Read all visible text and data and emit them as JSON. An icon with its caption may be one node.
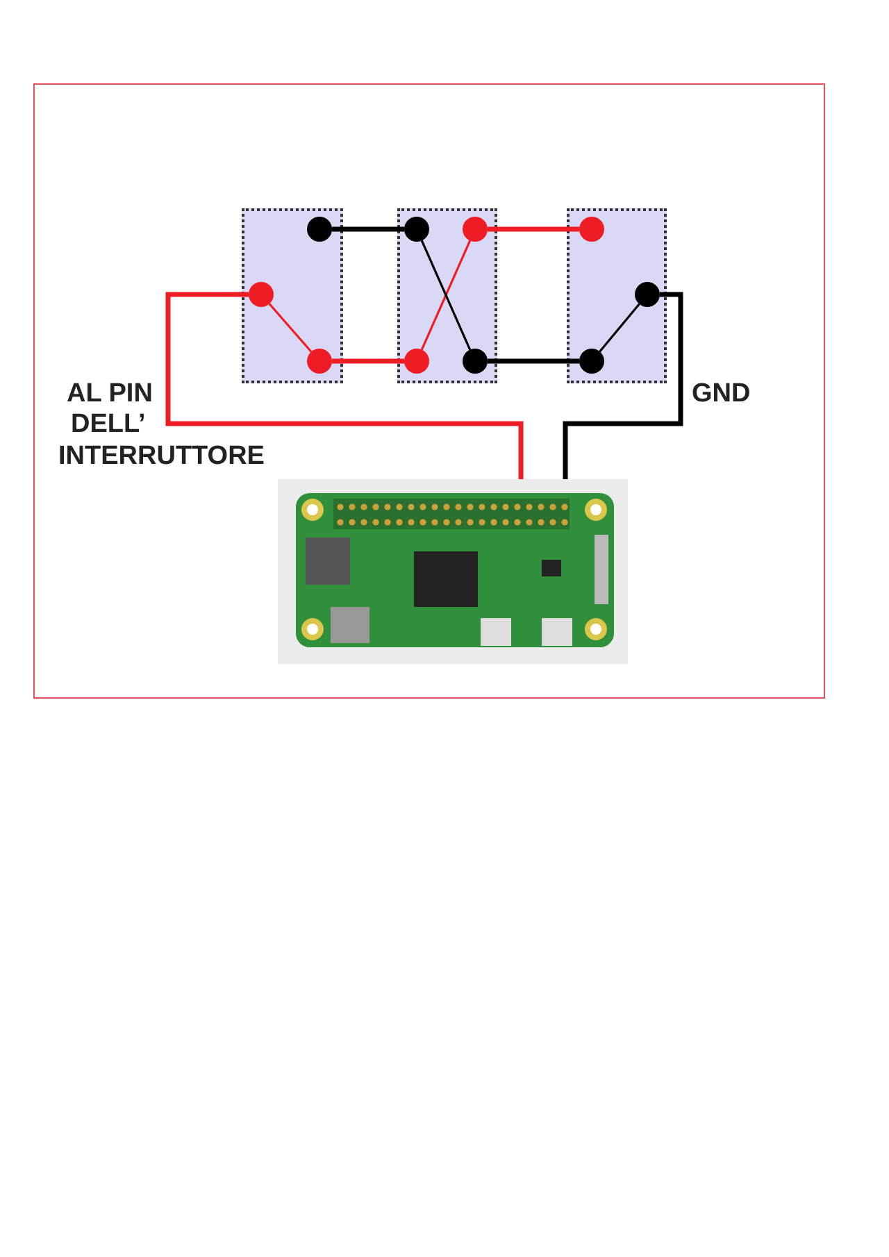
{
  "diagram": {
    "nodes": [
      {
        "text": [],
        "shape": "box"
      },
      {
        "text": [],
        "shape": "circle",
        "in": 0
      },
      {
        "text": [],
        "shape": "circle",
        "in": 0
      },
      {
        "text": [],
        "shape": "circle",
        "in": 0
      },
      {
        "text": [],
        "shape": "box"
      },
      {
        "text": [],
        "shape": "circle",
        "in": 4
      },
      {
        "text": [],
        "shape": "circle",
        "in": 4
      },
      {
        "text": [],
        "shape": "circle",
        "in": 4
      },
      {
        "text": [],
        "shape": "circle",
        "in": 4
      },
      {
        "text": [],
        "shape": "box"
      },
      {
        "text": [],
        "shape": "circle",
        "in": 9
      },
      {
        "text": [],
        "shape": "circle",
        "in": 9
      },
      {
        "text": [],
        "shape": "circle",
        "in": 9
      },
      {
        "text": [],
        "shape": "picture"
      }
    ],
    "edges": [
      {
        "from": 1,
        "to": 5,
        "arrow": "none",
        "color": "#000000"
      },
      {
        "from": 2,
        "to": 3,
        "arrow": "none",
        "color": "#ee1c24"
      },
      {
        "from": 3,
        "to": 7,
        "arrow": "none",
        "color": "#ee1c24"
      },
      {
        "from": 7,
        "to": 6,
        "arrow": "none",
        "color": "#ee1c24"
      },
      {
        "from": 5,
        "to": 8,
        "arrow": "none",
        "color": "#000000"
      },
      {
        "from": 6,
        "to": 10,
        "arrow": "none",
        "color": "#ee1c24"
      },
      {
        "from": 8,
        "to": 12,
        "arrow": "none",
        "color": "#000000"
      },
      {
        "from": 12,
        "to": 11,
        "arrow": "none",
        "color": "#000000"
      },
      {
        "from": 2,
        "to": 13,
        "arrow": "none",
        "color": "#ee1c24"
      },
      {
        "from": 11,
        "to": 13,
        "arrow": "none",
        "color": "#000000"
      }
    ],
    "labels": [
      "AL PIN",
      "DELL’",
      "INTERRUTTORE",
      "GND"
    ]
  }
}
